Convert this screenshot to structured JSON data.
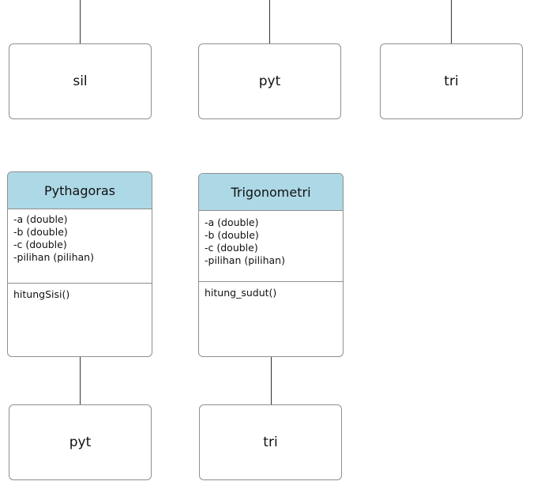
{
  "colors": {
    "class_header_fill": "#add8e6",
    "border": "#8f8f8f",
    "connector": "#333333"
  },
  "top_boxes": [
    {
      "label": "sil"
    },
    {
      "label": "pyt"
    },
    {
      "label": "tri"
    }
  ],
  "classes": [
    {
      "name": "Pythagoras",
      "attributes": [
        "-a (double)",
        "-b (double)",
        "-c (double)",
        "-pilihan (pilihan)"
      ],
      "operations": [
        "hitungSisi()"
      ]
    },
    {
      "name": "Trigonometri",
      "attributes": [
        "-a (double)",
        "-b (double)",
        "-c (double)",
        "-pilihan (pilihan)"
      ],
      "operations": [
        "hitung_sudut()"
      ]
    }
  ],
  "bottom_boxes": [
    {
      "label": "pyt"
    },
    {
      "label": "tri"
    }
  ]
}
